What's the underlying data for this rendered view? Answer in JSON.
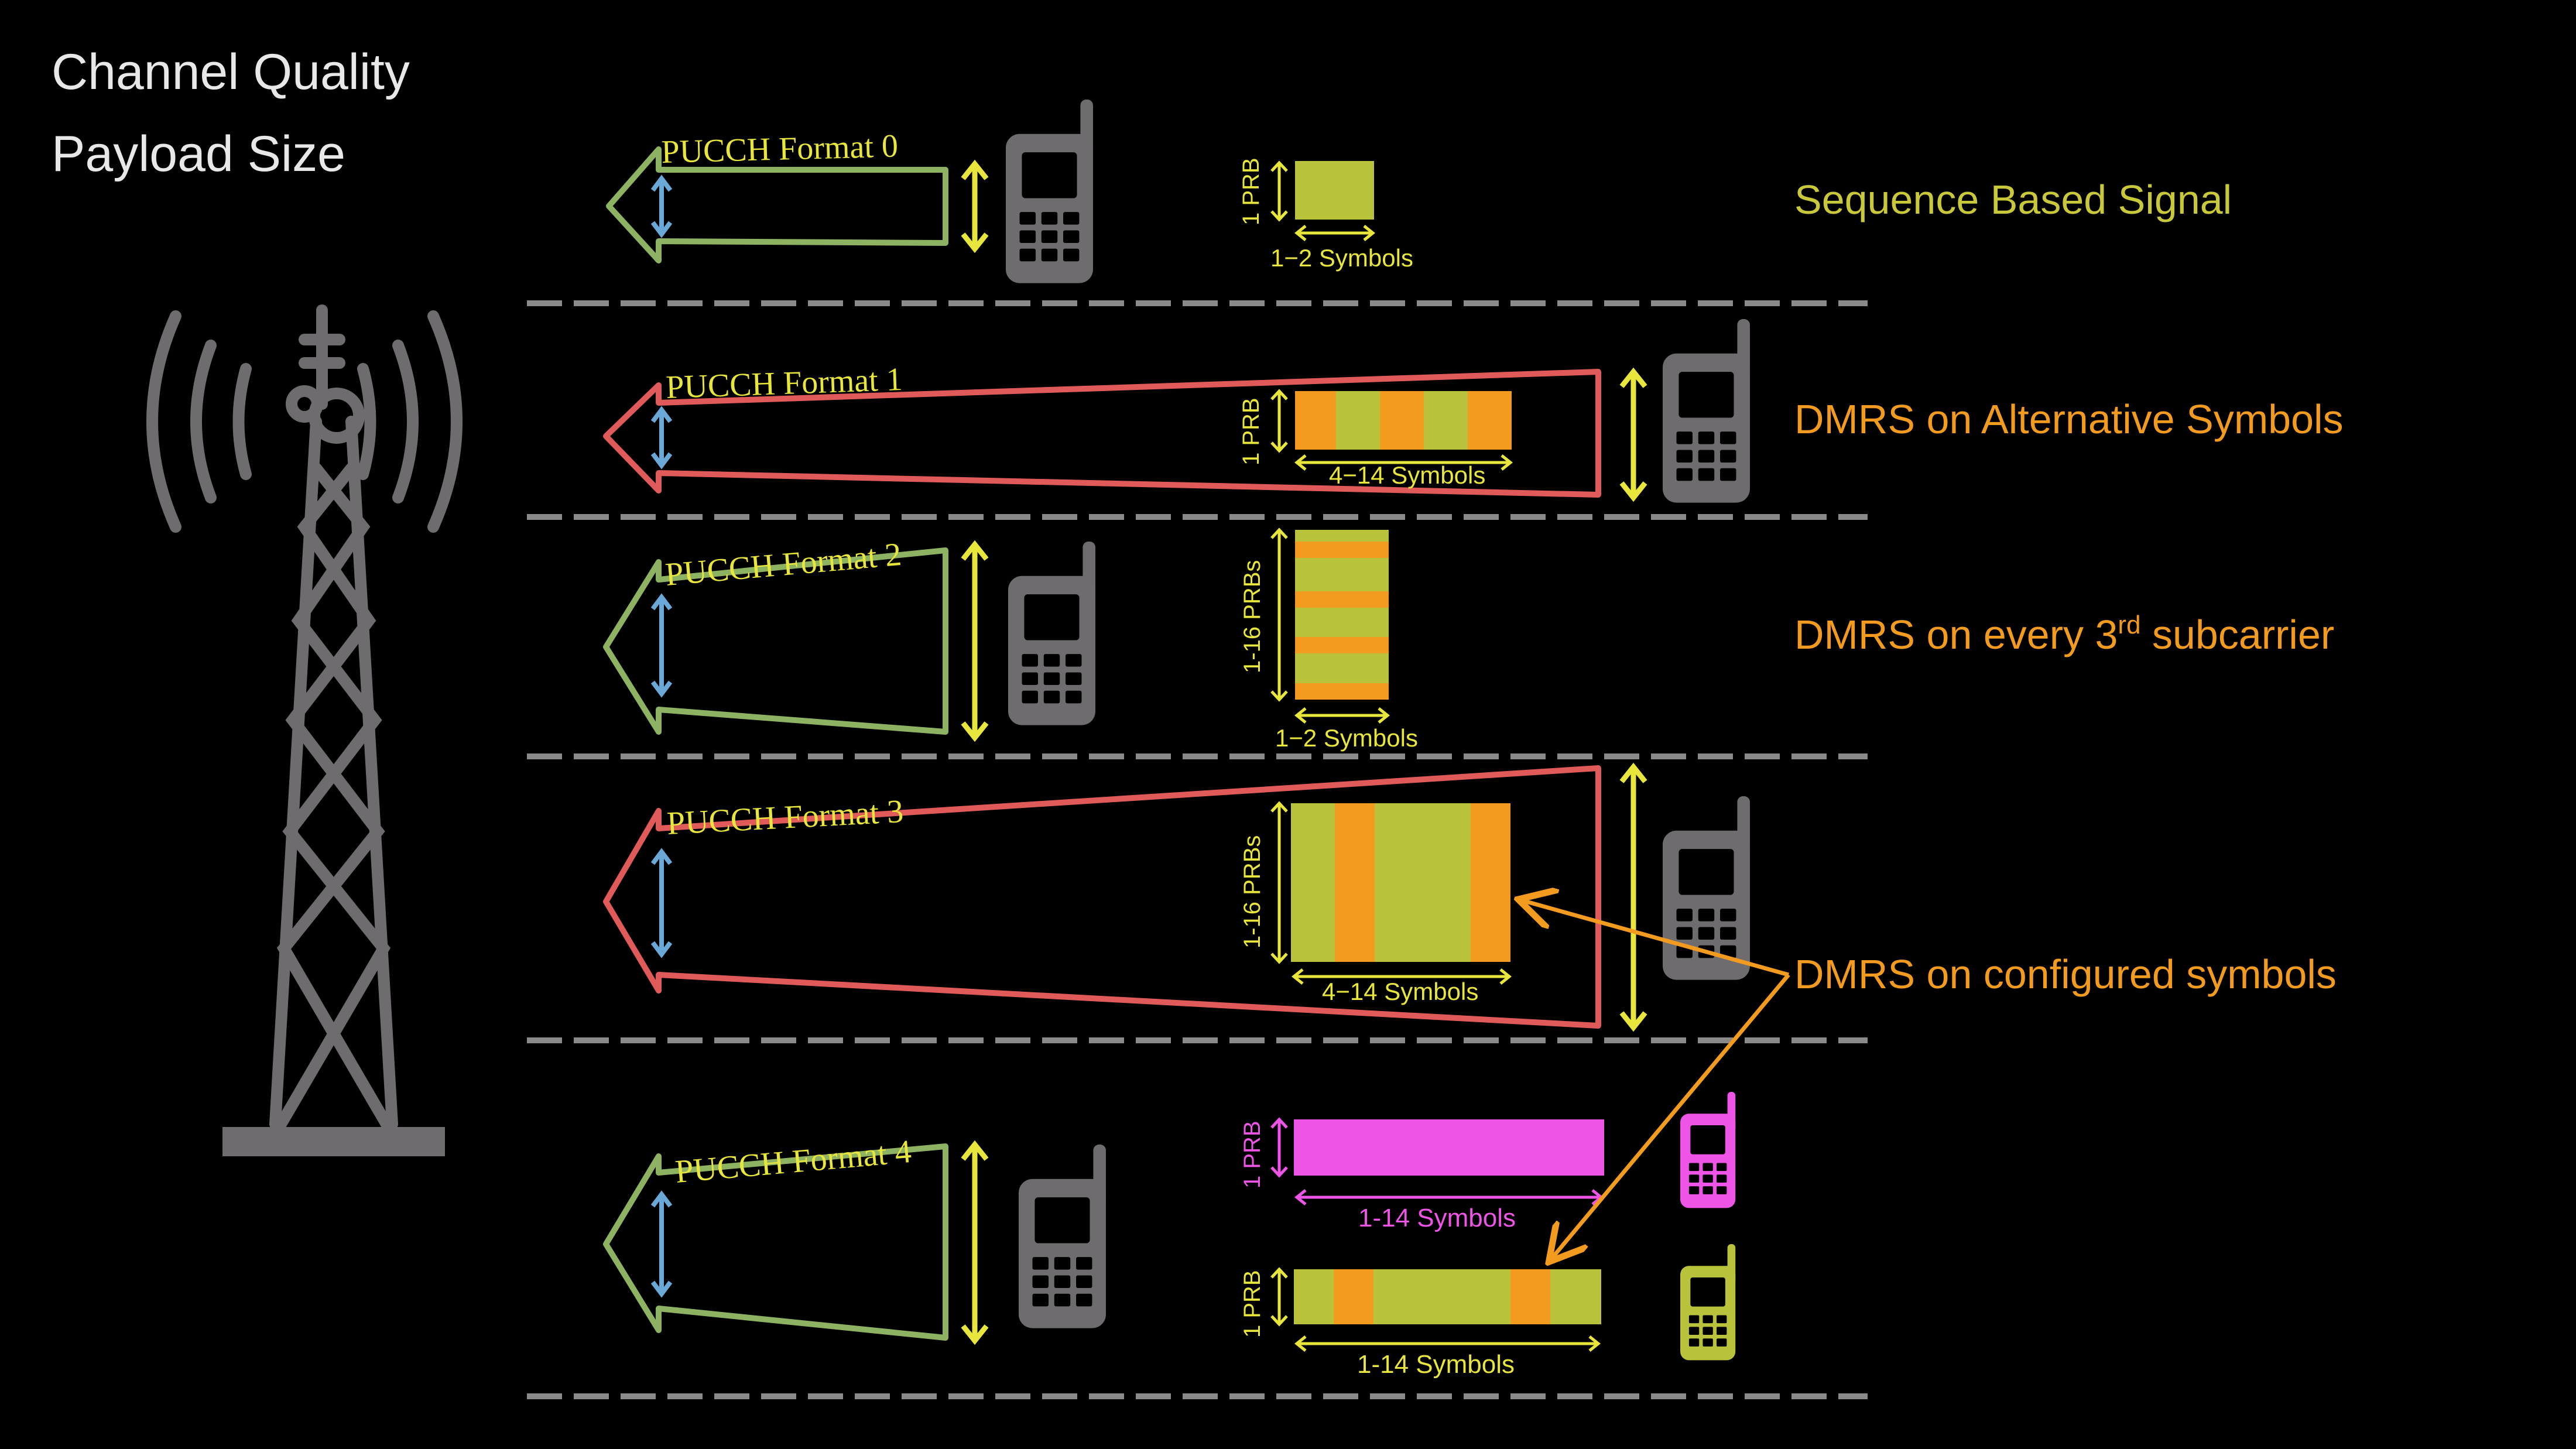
{
  "legend": {
    "line1": "Channel Quality",
    "line2": "Payload Size"
  },
  "colors": {
    "background": "#000000",
    "green": "#8db262",
    "red": "#e05a5a",
    "yellow": "#e8e63c",
    "blue": "#6aa8d8",
    "olive": "#b8c23a",
    "orange": "#f39b1e",
    "magenta": "#ee55e6",
    "gray": "#6e6c6e",
    "white": "#e8e8e8"
  },
  "formats": [
    {
      "title": "PUCCH Format 0",
      "prb_label": "1 PRB",
      "symbols_label": "1−2 Symbols",
      "description": "Sequence Based Signal"
    },
    {
      "title": "PUCCH Format 1",
      "prb_label": "1 PRB",
      "symbols_label": "4−14 Symbols",
      "description": "DMRS on Alternative Symbols"
    },
    {
      "title": "PUCCH Format 2",
      "prb_label": "1-16 PRBs",
      "symbols_label": "1−2 Symbols",
      "description_main": "DMRS on every 3",
      "description_sup": "rd",
      "description_tail": " subcarrier"
    },
    {
      "title": "PUCCH Format 3",
      "prb_label": "1-16 PRBs",
      "symbols_label": "4−14 Symbols"
    },
    {
      "title": "PUCCH Format 4",
      "prb_label_a": "1 PRB",
      "symbols_label_a": "1-14 Symbols",
      "prb_label_b": "1 PRB",
      "symbols_label_b": "1-14 Symbols"
    }
  ],
  "shared_annotation": "DMRS on configured symbols",
  "icons": {
    "tower": "cell-tower-icon",
    "phone": "mobile-phone-icon"
  }
}
